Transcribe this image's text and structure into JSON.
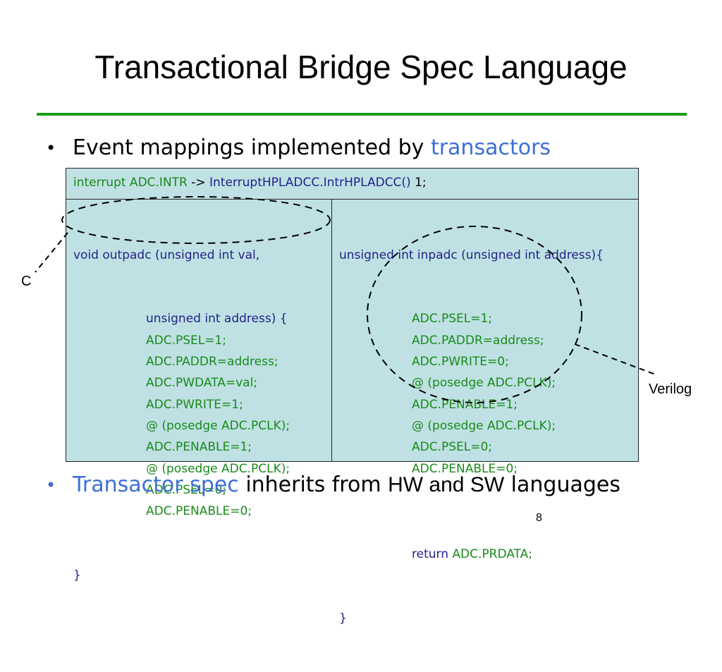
{
  "slide": {
    "title": "Transactional Bridge Spec Language",
    "page_number": "8",
    "accent_color": "#1a9e1a",
    "link_color": "#3c6fd6"
  },
  "bullets": {
    "b1_text": "Event mappings implemented by ",
    "b1_highlight": "transactors",
    "b2_highlight": "Transactor spec",
    "b2_t1": " inherits from ",
    "b2_hw": "HW",
    "b2_and": " and ",
    "b2_sw": "SW",
    "b2_t2": " languages"
  },
  "table": {
    "header": {
      "part1": "interrupt ADC.INTR",
      "arrow": " -> ",
      "part2": "InterruptHPLADCC.IntrHPLADCC()",
      "part3": " 1;"
    },
    "left": {
      "line1": "void outpadc (unsigned int val,",
      "lines": [
        "unsigned int address) {",
        "ADC.PSEL=1;",
        "ADC.PADDR=address;",
        "ADC.PWDATA=val;",
        "ADC.PWRITE=1;",
        "@ (posedge ADC.PCLK);",
        "ADC.PENABLE=1;",
        "@ (posedge ADC.PCLK);",
        "ADC.PSEL=0;",
        "ADC.PENABLE=0;"
      ],
      "close": "}"
    },
    "right": {
      "line1": "unsigned int inpadc (unsigned int address){",
      "lines": [
        "ADC.PSEL=1;",
        "ADC.PADDR=address;",
        "ADC.PWRITE=0;",
        "@ (posedge ADC.PCLK);",
        "ADC.PENABLE=1;",
        "@ (posedge ADC.PCLK);",
        "ADC.PSEL=0;",
        "ADC.PENABLE=0;"
      ],
      "return_kw": "return",
      "return_val": " ADC.PRDATA;",
      "close": "}"
    }
  },
  "callouts": {
    "c_label": "C",
    "verilog_label": "Verilog"
  }
}
